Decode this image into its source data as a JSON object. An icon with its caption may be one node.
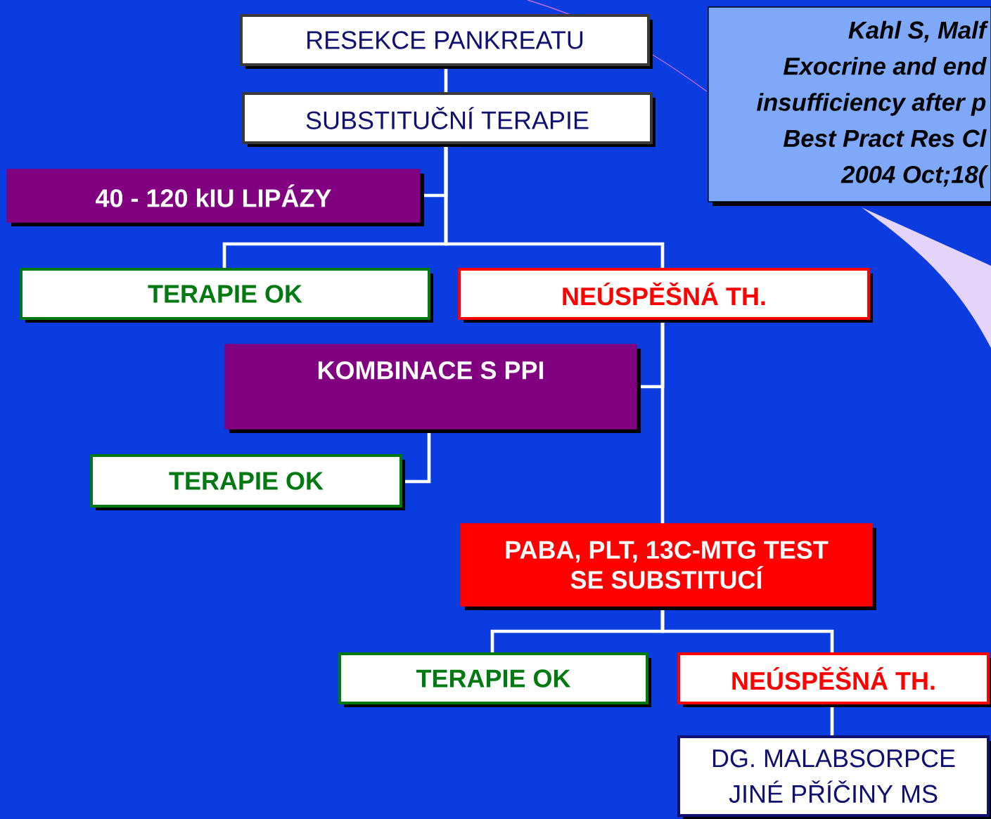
{
  "diagram": {
    "nodes": [
      {
        "text": [
          "RESEKCE PANKREATU"
        ]
      },
      {
        "text": [
          "SUBSTITUČNÍ TERAPIE"
        ]
      },
      {
        "text": [
          "40 - 120 kIU LIPÁZY"
        ]
      },
      {
        "text": [
          "TERAPIE OK"
        ]
      },
      {
        "text": [
          "NEÚSPĚŠNÁ TH."
        ]
      },
      {
        "text": [
          "KOMBINACE S PPI"
        ]
      },
      {
        "text": [
          "TERAPIE OK"
        ]
      },
      {
        "text": [
          "PABA, PLT, 13C-MTG TEST SE SUBSTITUCÍ"
        ]
      },
      {
        "text": [
          "TERAPIE OK"
        ]
      },
      {
        "text": [
          "NEÚSPĚŠNÁ TH."
        ]
      },
      {
        "text": [
          "DG. MALABSORPCE",
          "JINÉ PŘÍČINY MS"
        ]
      },
      {
        "text": [
          "Kahl S, Malf",
          "Exocrine and end",
          "insufficiency after p",
          "Best Pract Res Cl",
          "2004 Oct;18("
        ]
      }
    ],
    "edges": [
      {
        "from": 0,
        "to": 1,
        "arrow": "none"
      },
      {
        "from": 1,
        "to": 2,
        "arrow": "none"
      },
      {
        "from": 1,
        "to": 3,
        "arrow": "none"
      },
      {
        "from": 1,
        "to": 4,
        "arrow": "none"
      },
      {
        "from": 4,
        "to": 5,
        "arrow": "none"
      },
      {
        "from": 5,
        "to": 6,
        "arrow": "none"
      },
      {
        "from": 4,
        "to": 7,
        "arrow": "none"
      },
      {
        "from": 7,
        "to": 8,
        "arrow": "none"
      },
      {
        "from": 7,
        "to": 9,
        "arrow": "none"
      },
      {
        "from": 9,
        "to": 10,
        "arrow": "none"
      }
    ]
  }
}
